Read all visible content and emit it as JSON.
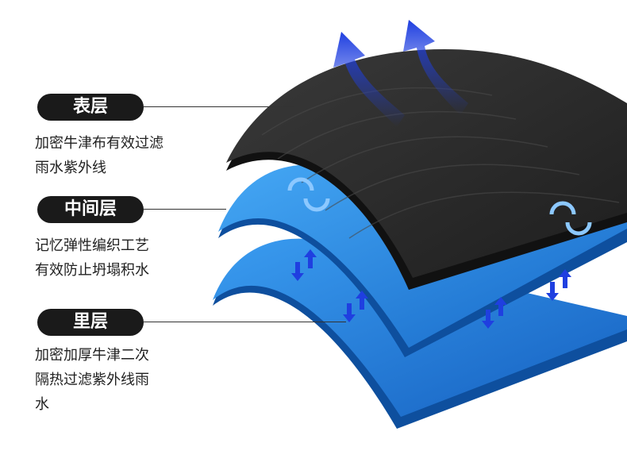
{
  "callouts": [
    {
      "label": "表层",
      "lines": [
        "加密牛津布有效过滤",
        "雨水紫外线"
      ]
    },
    {
      "label": "中间层",
      "lines": [
        "记忆弹性编织工艺",
        "有效防止坍塌积水"
      ]
    },
    {
      "label": "里层",
      "lines": [
        "加密加厚牛津二次",
        "隔热过滤紫外线雨",
        "水"
      ]
    }
  ],
  "colors": {
    "outer_layer": "#2b2b2b",
    "middle_layer": "#1f7fd1",
    "inner_layer": "#1a6fc9",
    "arrow_blue": "#1f3fe0",
    "pill": "#1a1a1a"
  },
  "icons": [
    "airflow-up-arrow-icon",
    "rotation-arrow-icon",
    "up-down-arrows-icon"
  ]
}
